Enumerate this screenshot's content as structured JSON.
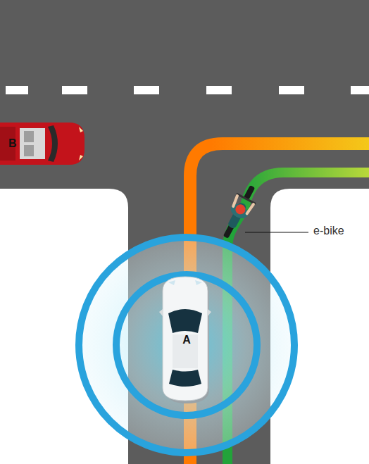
{
  "diagram": {
    "nodes": [
      {
        "text": [
          "A"
        ]
      },
      {
        "text": [
          "B"
        ]
      }
    ],
    "labels": [
      "e-bike"
    ]
  }
}
